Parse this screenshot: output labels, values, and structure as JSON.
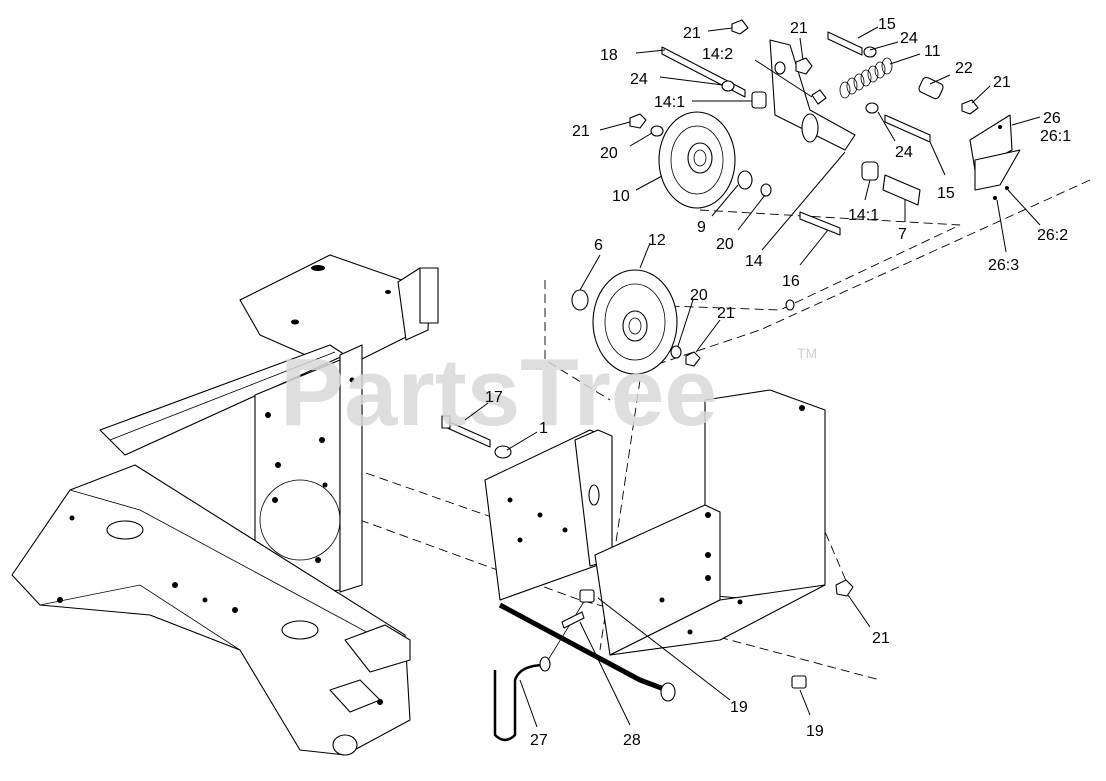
{
  "watermark": {
    "brand": "PartsTree",
    "trademark": "TM"
  },
  "callouts": [
    {
      "label": "21"
    },
    {
      "label": "21"
    },
    {
      "label": "15"
    },
    {
      "label": "24"
    },
    {
      "label": "18"
    },
    {
      "label": "14:2"
    },
    {
      "label": "11"
    },
    {
      "label": "22"
    },
    {
      "label": "24"
    },
    {
      "label": "21"
    },
    {
      "label": "14:1"
    },
    {
      "label": "26"
    },
    {
      "label": "26:1"
    },
    {
      "label": "21"
    },
    {
      "label": "20"
    },
    {
      "label": "24"
    },
    {
      "label": "15"
    },
    {
      "label": "10"
    },
    {
      "label": "9"
    },
    {
      "label": "20"
    },
    {
      "label": "14:1"
    },
    {
      "label": "7"
    },
    {
      "label": "26:2"
    },
    {
      "label": "14"
    },
    {
      "label": "16"
    },
    {
      "label": "26:3"
    },
    {
      "label": "6"
    },
    {
      "label": "12"
    },
    {
      "label": "20"
    },
    {
      "label": "21"
    },
    {
      "label": "17"
    },
    {
      "label": "1"
    },
    {
      "label": "21"
    },
    {
      "label": "19"
    },
    {
      "label": "19"
    },
    {
      "label": "27"
    },
    {
      "label": "28"
    }
  ]
}
